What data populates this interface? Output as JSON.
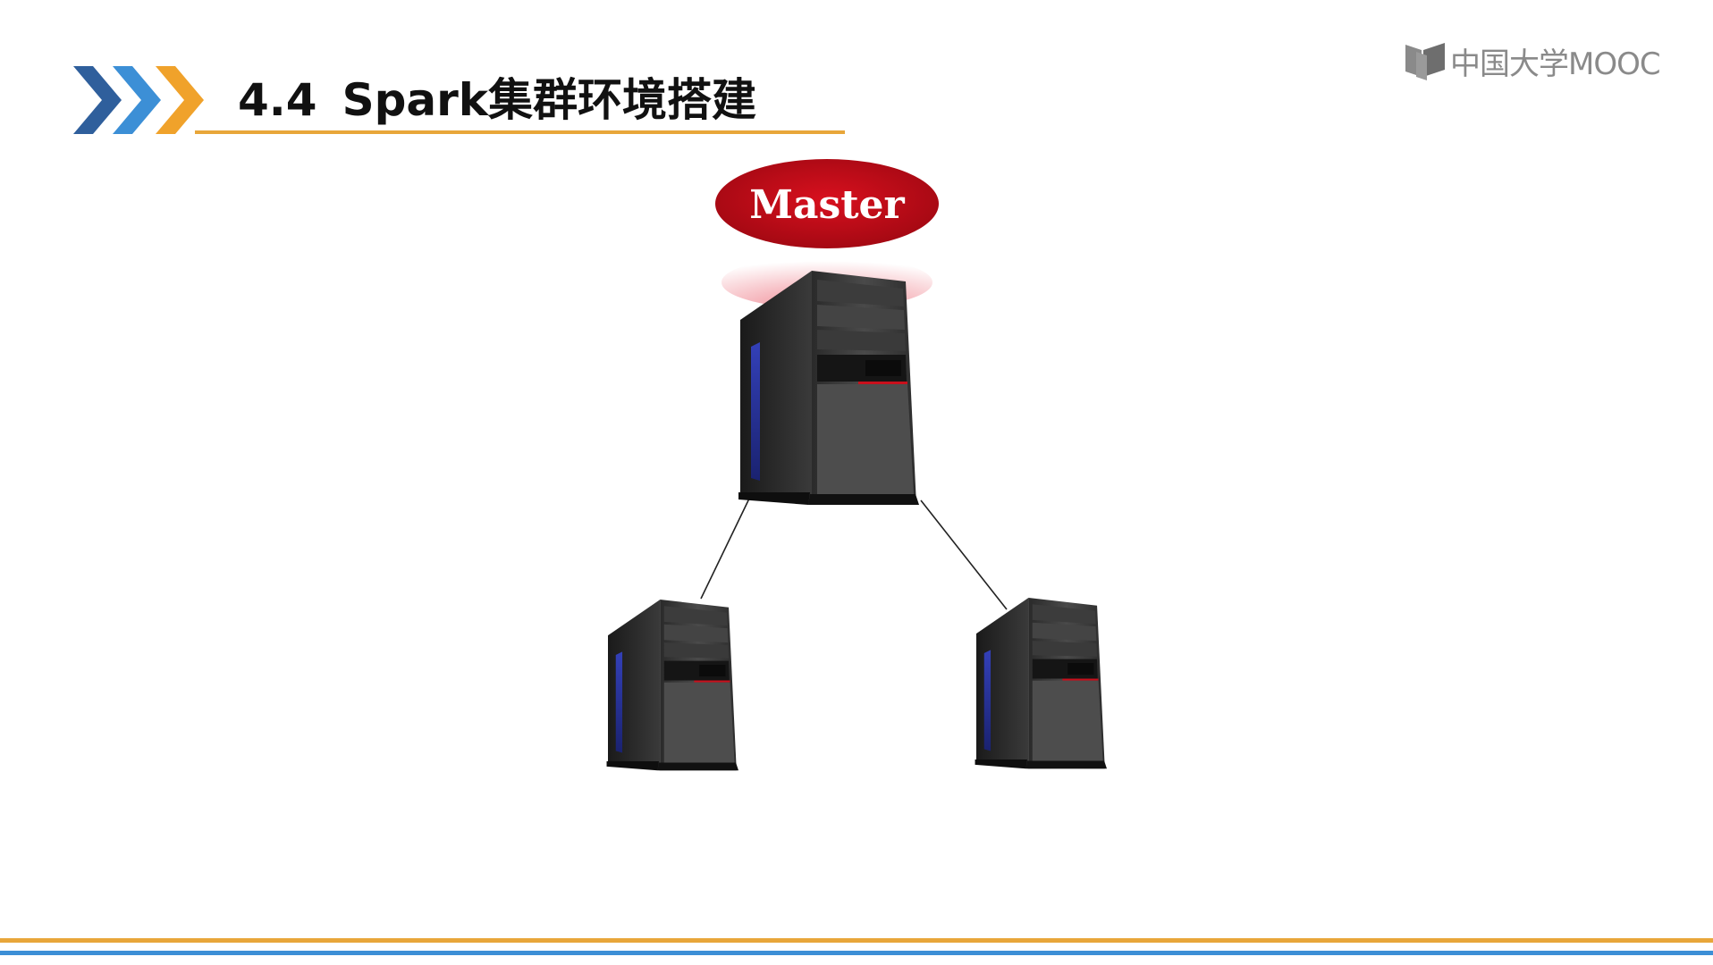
{
  "slide": {
    "section_number": "4.4",
    "title": "Spark集群环境搭建"
  },
  "logo": {
    "text": "中国大学MOOC",
    "icon": "book-icon"
  },
  "diagram": {
    "master_label": "Master",
    "nodes": [
      {
        "role": "master",
        "icon": "server-tower-icon"
      },
      {
        "role": "worker",
        "icon": "server-tower-icon"
      },
      {
        "role": "worker",
        "icon": "server-tower-icon"
      }
    ],
    "connections": [
      {
        "from": "master",
        "to": "worker-left"
      },
      {
        "from": "master",
        "to": "worker-right"
      }
    ]
  },
  "colors": {
    "accent_orange": "#e8a63a",
    "accent_blue": "#3c8fd6",
    "chevron_dark_blue": "#2f5f9c",
    "chevron_light_blue": "#3c8fd6",
    "master_red": "#c8101c"
  }
}
